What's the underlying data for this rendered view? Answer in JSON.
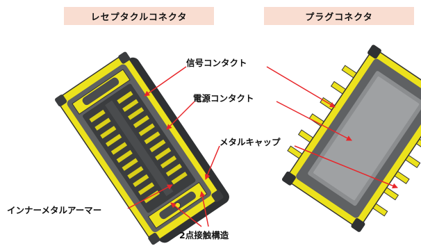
{
  "headers": {
    "receptacle": "レセプタクルコネクタ",
    "plug": "プラグコネクタ"
  },
  "callouts": {
    "signal_contact": "信号コンタクト",
    "power_contact": "電源コンタクト",
    "metal_cap": "メタルキャップ",
    "inner_metal_armor": "インナーメタルアーマー",
    "two_point_contact": "2点接触構造"
  },
  "colors": {
    "banner_bg": "#f9ddd1",
    "metal_yellow": "#ece21c",
    "housing_gray": "#5f6163",
    "housing_dark": "#2f3133",
    "arrow_red": "#e8262a"
  }
}
